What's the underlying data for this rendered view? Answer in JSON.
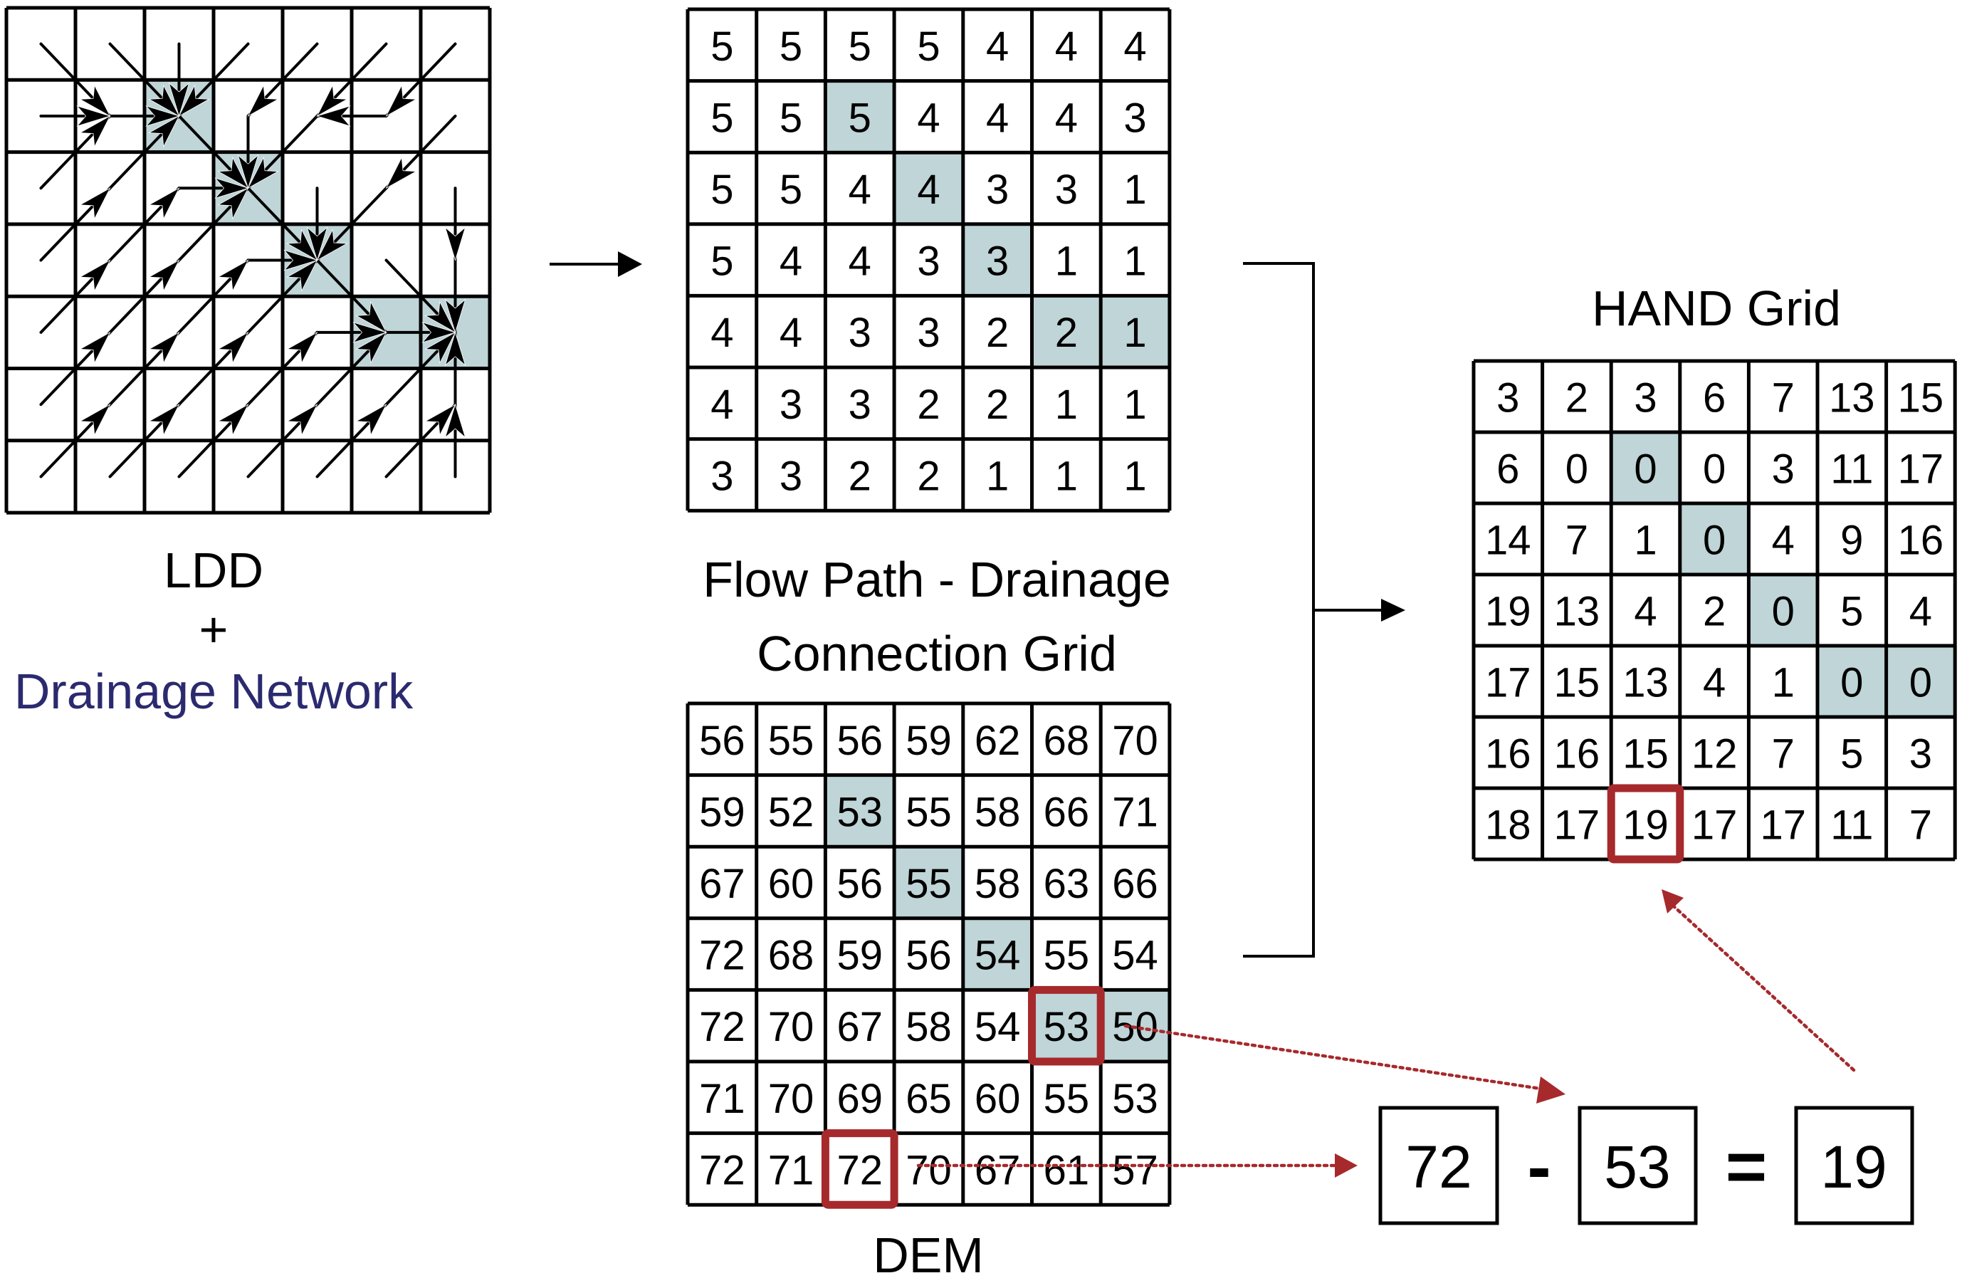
{
  "colors": {
    "channel_fill": "#bfd5d8",
    "highlight_red": "#a6292c",
    "drainage_text": "#2b2a6f",
    "line": "#000000"
  },
  "ldd": {
    "title": "LDD",
    "plus": "+",
    "subtitle": "Drainage Network",
    "directions": [
      [
        "SE",
        "SE",
        "S",
        "SW",
        "SW",
        "SW",
        "SW"
      ],
      [
        "E",
        "E",
        "SE",
        "S",
        "SW",
        "W",
        "SW"
      ],
      [
        "NE",
        "NE",
        "E",
        "SE",
        "S",
        "SW",
        "S"
      ],
      [
        "NE",
        "NE",
        "NE",
        "E",
        "SE",
        "SE",
        "S"
      ],
      [
        "NE",
        "NE",
        "NE",
        "NE",
        "E",
        "E",
        "OUT"
      ],
      [
        "NE",
        "NE",
        "NE",
        "NE",
        "NE",
        "NE",
        "N"
      ],
      [
        "NE",
        "NE",
        "NE",
        "NE",
        "NE",
        "NE",
        "N"
      ]
    ]
  },
  "channel_cells": [
    [
      1,
      2
    ],
    [
      2,
      3
    ],
    [
      3,
      4
    ],
    [
      4,
      5
    ],
    [
      4,
      6
    ]
  ],
  "flow_path": {
    "title_line1": "Flow Path - Drainage",
    "title_line2": "Connection Grid",
    "values": [
      [
        5,
        5,
        5,
        5,
        4,
        4,
        4
      ],
      [
        5,
        5,
        5,
        4,
        4,
        4,
        3
      ],
      [
        5,
        5,
        4,
        4,
        3,
        3,
        1
      ],
      [
        5,
        4,
        4,
        3,
        3,
        1,
        1
      ],
      [
        4,
        4,
        3,
        3,
        2,
        2,
        1
      ],
      [
        4,
        3,
        3,
        2,
        2,
        1,
        1
      ],
      [
        3,
        3,
        2,
        2,
        1,
        1,
        1
      ]
    ]
  },
  "dem": {
    "title": "DEM",
    "values": [
      [
        56,
        55,
        56,
        59,
        62,
        68,
        70
      ],
      [
        59,
        52,
        53,
        55,
        58,
        66,
        71
      ],
      [
        67,
        60,
        56,
        55,
        58,
        63,
        66
      ],
      [
        72,
        68,
        59,
        56,
        54,
        55,
        54
      ],
      [
        72,
        70,
        67,
        58,
        54,
        53,
        50
      ],
      [
        71,
        70,
        69,
        65,
        60,
        55,
        53
      ],
      [
        72,
        71,
        72,
        70,
        67,
        61,
        57
      ]
    ],
    "highlighted_cells": [
      [
        4,
        5
      ],
      [
        6,
        2
      ]
    ]
  },
  "hand": {
    "title": "HAND Grid",
    "values": [
      [
        3,
        2,
        3,
        6,
        7,
        13,
        15
      ],
      [
        6,
        0,
        0,
        0,
        3,
        11,
        17
      ],
      [
        14,
        7,
        1,
        0,
        4,
        9,
        16
      ],
      [
        19,
        13,
        4,
        2,
        0,
        5,
        4
      ],
      [
        17,
        15,
        13,
        4,
        1,
        0,
        0
      ],
      [
        16,
        16,
        15,
        12,
        7,
        5,
        3
      ],
      [
        18,
        17,
        19,
        17,
        17,
        11,
        7
      ]
    ],
    "highlighted_cells": [
      [
        6,
        2
      ]
    ]
  },
  "equation": {
    "cell_elevation": "72",
    "minus": "-",
    "drainage_elevation": "53",
    "equals": "=",
    "result": "19"
  }
}
